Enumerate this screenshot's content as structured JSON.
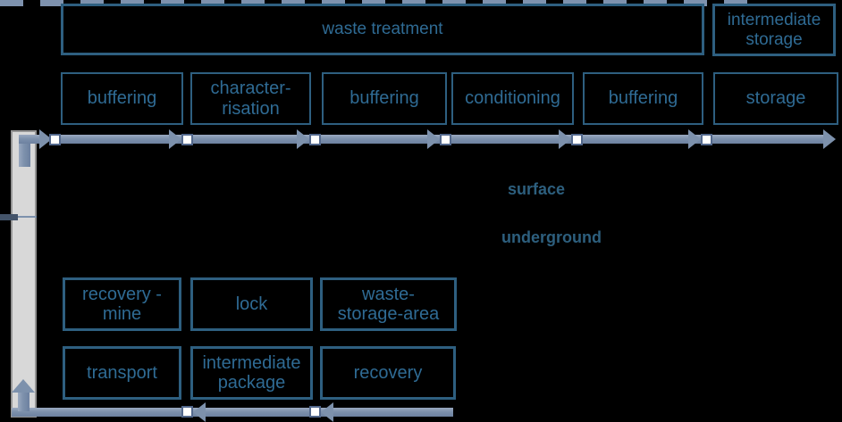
{
  "diagram": {
    "title_hint": "waste flow surface/underground diagram",
    "colors": {
      "background": "#000000",
      "box_border": "#2e5f80",
      "box_text": "#2f6b94",
      "conveyor": "#7d91ac",
      "boundary_dash": "#7e92ae",
      "boundary_dash_dark": "#44546a",
      "shaft_fill": "#d8d8d8",
      "shaft_border": "#949494",
      "zone_label": "#2d5f7e"
    },
    "surface": {
      "zone_label": "surface",
      "treatment": "waste treatment",
      "intermediate_storage": "intermediate\nstorage",
      "stations": [
        {
          "label": "buffering"
        },
        {
          "label": "character-\nrisation"
        },
        {
          "label": "buffering"
        },
        {
          "label": "conditioning"
        },
        {
          "label": "buffering"
        },
        {
          "label": "storage"
        }
      ]
    },
    "underground": {
      "zone_label": "underground",
      "row1": [
        {
          "label": "recovery -\nmine"
        },
        {
          "label": "lock"
        },
        {
          "label": "waste-\nstorage-area"
        }
      ],
      "row2": [
        {
          "label": "transport"
        },
        {
          "label": "intermediate\npackage"
        },
        {
          "label": "recovery"
        }
      ]
    }
  }
}
